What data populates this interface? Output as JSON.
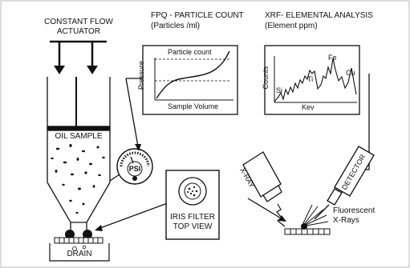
{
  "actuator": {
    "line1": "CONSTANT FLOW",
    "line2": "ACTUATOR"
  },
  "fpq": {
    "title": "FPQ - PARTICLE COUNT",
    "subtitle": "(Particles /ml)",
    "curve_label": "Particle count",
    "y_label": "Pressure",
    "x_label": "Sample Volume"
  },
  "xrf": {
    "title": "XRF- ELEMENTAL ANALYSIS",
    "subtitle": "(Element ppm)",
    "y_label": "Counts",
    "x_label": "Kev",
    "peaks": [
      "Si",
      "Ti",
      "Fe",
      "Cu"
    ]
  },
  "oil_sample": "OIL SAMPLE",
  "gauge": "PSI",
  "drain": "DRAIN",
  "iris": {
    "line1": "IRIS FILTER",
    "line2": "TOP VIEW"
  },
  "xray": "X-RAY",
  "detector": "DETECTOR",
  "fluorescent": {
    "line1": "Fluorescent",
    "line2": "X-Rays"
  },
  "colors": {
    "line": "#111111",
    "background": "#ffffff"
  }
}
